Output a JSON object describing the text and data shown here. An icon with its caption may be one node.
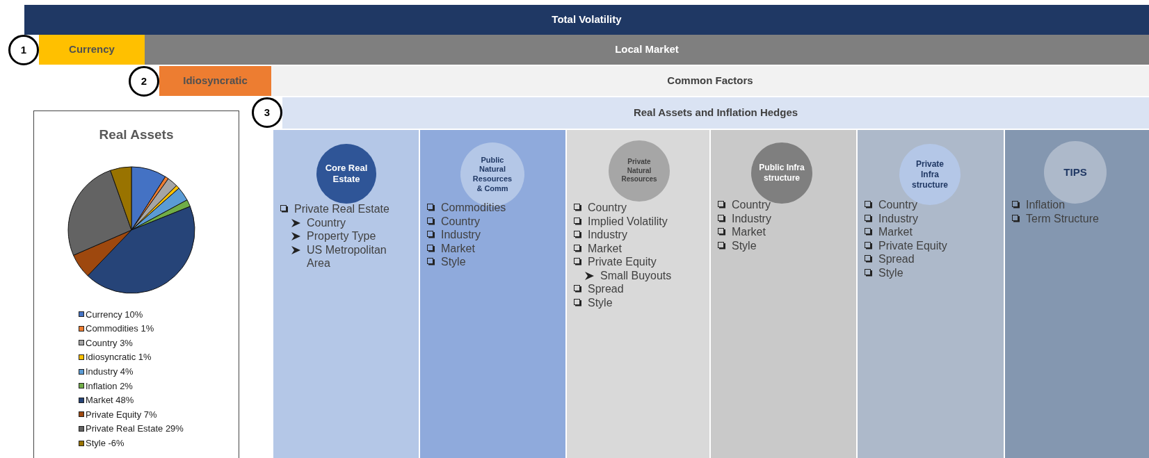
{
  "diagram": {
    "nodes": [
      {
        "text": [
          "Total Volatility"
        ]
      },
      {
        "text": [
          "1"
        ]
      },
      {
        "text": [
          "Currency"
        ]
      },
      {
        "text": [
          "Local Market"
        ]
      },
      {
        "text": [
          "2"
        ]
      },
      {
        "text": [
          "Idiosyncratic"
        ]
      },
      {
        "text": [
          "Common Factors"
        ]
      },
      {
        "text": [
          "3"
        ]
      },
      {
        "text": [
          "Real Assets and Inflation Hedges"
        ]
      },
      {
        "text": [
          "Private Real Estate",
          "Country",
          "Property Type",
          "US Metropolitan Area"
        ]
      },
      {
        "text": [
          "Core Real Estate"
        ],
        "in": 9
      },
      {
        "text": [
          "Commodities",
          "Country",
          "Industry",
          "Market",
          "Style"
        ]
      },
      {
        "text": [
          "Public Natural Resources & Comm"
        ],
        "in": 11
      },
      {
        "text": [
          "Country",
          "Implied Volatility",
          "Industry",
          "Market",
          "Private Equity",
          "Small Buyouts",
          "Spread",
          "Style"
        ]
      },
      {
        "text": [
          "Private Natural Resources"
        ],
        "in": 13
      },
      {
        "text": [
          "Country",
          "Industry",
          "Market",
          "Style"
        ]
      },
      {
        "text": [
          "Public Infra structure"
        ],
        "in": 15
      },
      {
        "text": [
          "Country",
          "Industry",
          "Market",
          "Private Equity",
          "Spread",
          "Style"
        ]
      },
      {
        "text": [
          "Private Infra structure"
        ],
        "in": 17
      },
      {
        "text": [
          "Inflation",
          "Term Structure"
        ]
      },
      {
        "text": [
          "TIPS"
        ],
        "in": 19
      }
    ],
    "legend": [
      {
        "text": "Currency 10%",
        "color": "#4472c4"
      },
      {
        "text": "Commodities 1%",
        "color": "#ed7d31"
      },
      {
        "text": "Country 3%",
        "color": "#a5a5a5"
      },
      {
        "text": "Idiosyncratic 1%",
        "color": "#ffc000"
      },
      {
        "text": "Industry 4%",
        "color": "#5b9bd5"
      },
      {
        "text": "Inflation 2%",
        "color": "#70ad47"
      },
      {
        "text": "Market 48%",
        "color": "#264478"
      },
      {
        "text": "Private Equity 7%",
        "color": "#9e480e"
      },
      {
        "text": "Private Real Estate 29%",
        "color": "#636363"
      },
      {
        "text": "Style -6%",
        "color": "#997300"
      }
    ],
    "chart_data": {
      "type": "pie",
      "title": "Real Assets",
      "values": [
        9.01,
        0.9,
        2.7,
        0.9,
        3.6,
        1.8,
        43.24,
        6.31,
        26.13,
        5.41
      ]
    }
  }
}
